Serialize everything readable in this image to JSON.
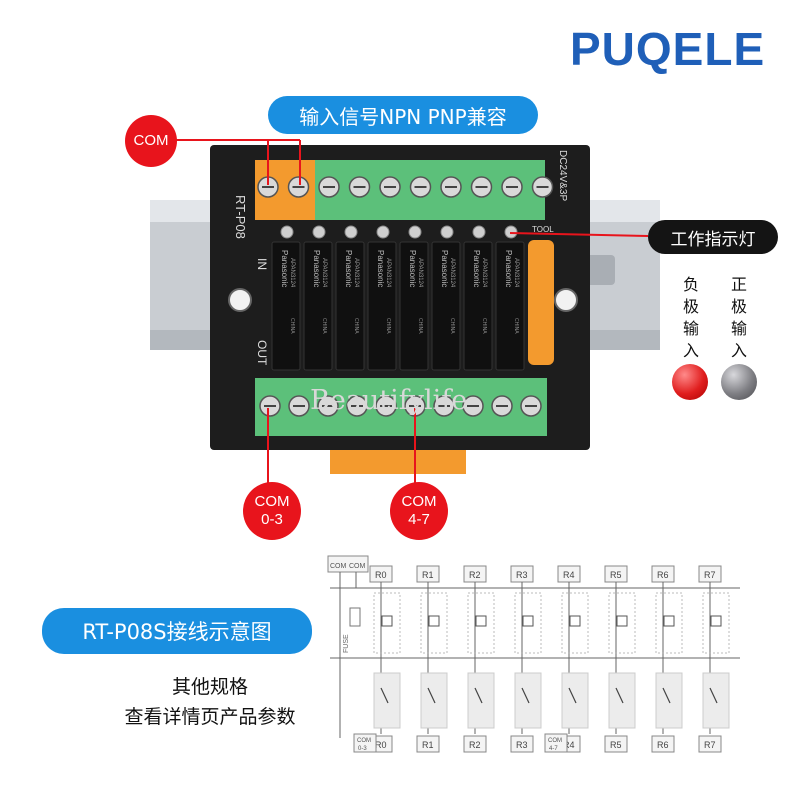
{
  "brand": "PUQELE",
  "header_label": "输入信号NPN PNP兼容",
  "callouts": {
    "com_top": "COM",
    "work_indicator": "工作指示灯",
    "com_0_3_a": "COM",
    "com_0_3_b": "0-3",
    "com_4_7_a": "COM",
    "com_4_7_b": "4-7"
  },
  "legend": {
    "negative": "负极输入",
    "positive": "正极输入",
    "negative_color": "#e01e1e",
    "positive_color": "#7f7f84"
  },
  "board": {
    "model": "RT-P08",
    "side_label": "DC24V&3P",
    "tool": "TOOL",
    "in": "IN",
    "out": "OUT",
    "relay_brand": "Panasonic",
    "relay_model": "APAN3124",
    "relay_sub": "CHINA",
    "relay_count": 8,
    "terminal_top_count": 10,
    "terminal_bottom_count": 10,
    "colors": {
      "orange": "#f39a2e",
      "green": "#5cc07a",
      "black": "#1c1c1c"
    }
  },
  "watermark": "Beautifylife",
  "diagram_title": "RT-P08S接线示意图",
  "specs": {
    "line1": "其他规格",
    "line2": "查看详情页产品参数"
  },
  "wiring": {
    "com_top": [
      "COM",
      "COM"
    ],
    "relay_labels": [
      "R0",
      "R1",
      "R2",
      "R3",
      "R4",
      "R5",
      "R6",
      "R7"
    ],
    "fuse": "FUSE",
    "com_bottom_left": [
      "COM",
      "0-3"
    ],
    "com_bottom_right": [
      "COM",
      "4-7"
    ]
  }
}
